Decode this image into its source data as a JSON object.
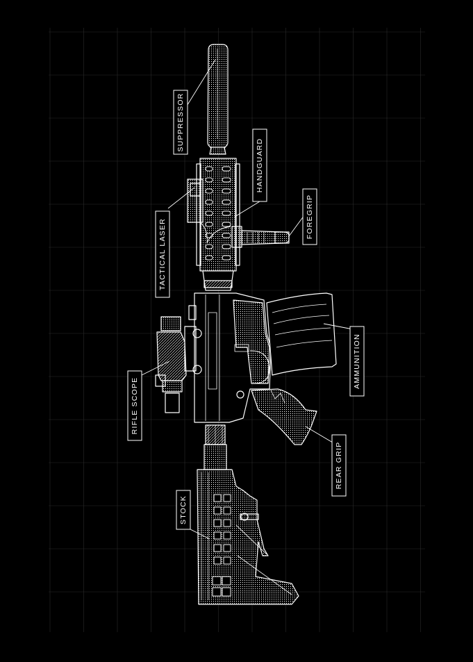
{
  "labels": {
    "suppressor": "SUPPRESSOR",
    "handguard": "HANDGUARD",
    "foregrip": "FOREGRIP",
    "tactical_laser": "TACTICAL LASER",
    "ammunition": "AMMUNITION",
    "rifle_scope": "RIFLE SCOPE",
    "rear_grip": "REAR GRIP",
    "stock": "STOCK"
  },
  "colors": {
    "background": "#000000",
    "line": "#ffffff",
    "grid": "#2a2a2a"
  }
}
